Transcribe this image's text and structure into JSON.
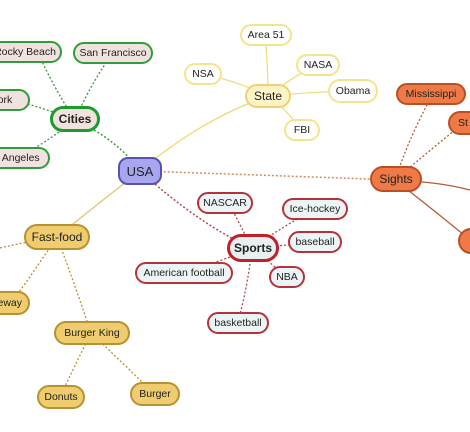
{
  "diagram": {
    "center": {
      "label": "USA"
    },
    "cities": {
      "label": "Cities",
      "items": [
        "Rocky Beach",
        "San Francisco",
        "York",
        "os Angeles"
      ]
    },
    "state": {
      "label": "State",
      "items": [
        "Area 51",
        "NSA",
        "NASA",
        "Obama",
        "FBI"
      ]
    },
    "sights": {
      "label": "Sights",
      "items": [
        "Mississippi",
        "St"
      ]
    },
    "fastfood": {
      "label": "Fast-food",
      "items": [
        "eway",
        "Burger King"
      ],
      "burger_king_items": [
        "Donuts",
        "Burger"
      ]
    },
    "sports": {
      "label": "Sports",
      "items": [
        "NASCAR",
        "Ice-hockey",
        "baseball",
        "American football",
        "NBA",
        "basketball"
      ]
    },
    "colors": {
      "cities": "#2f9e3a",
      "state": "#f3e58b",
      "sights": "#b85027",
      "fastfood": "#b79232",
      "sports": "#b43239",
      "center": "#5552b0"
    }
  }
}
